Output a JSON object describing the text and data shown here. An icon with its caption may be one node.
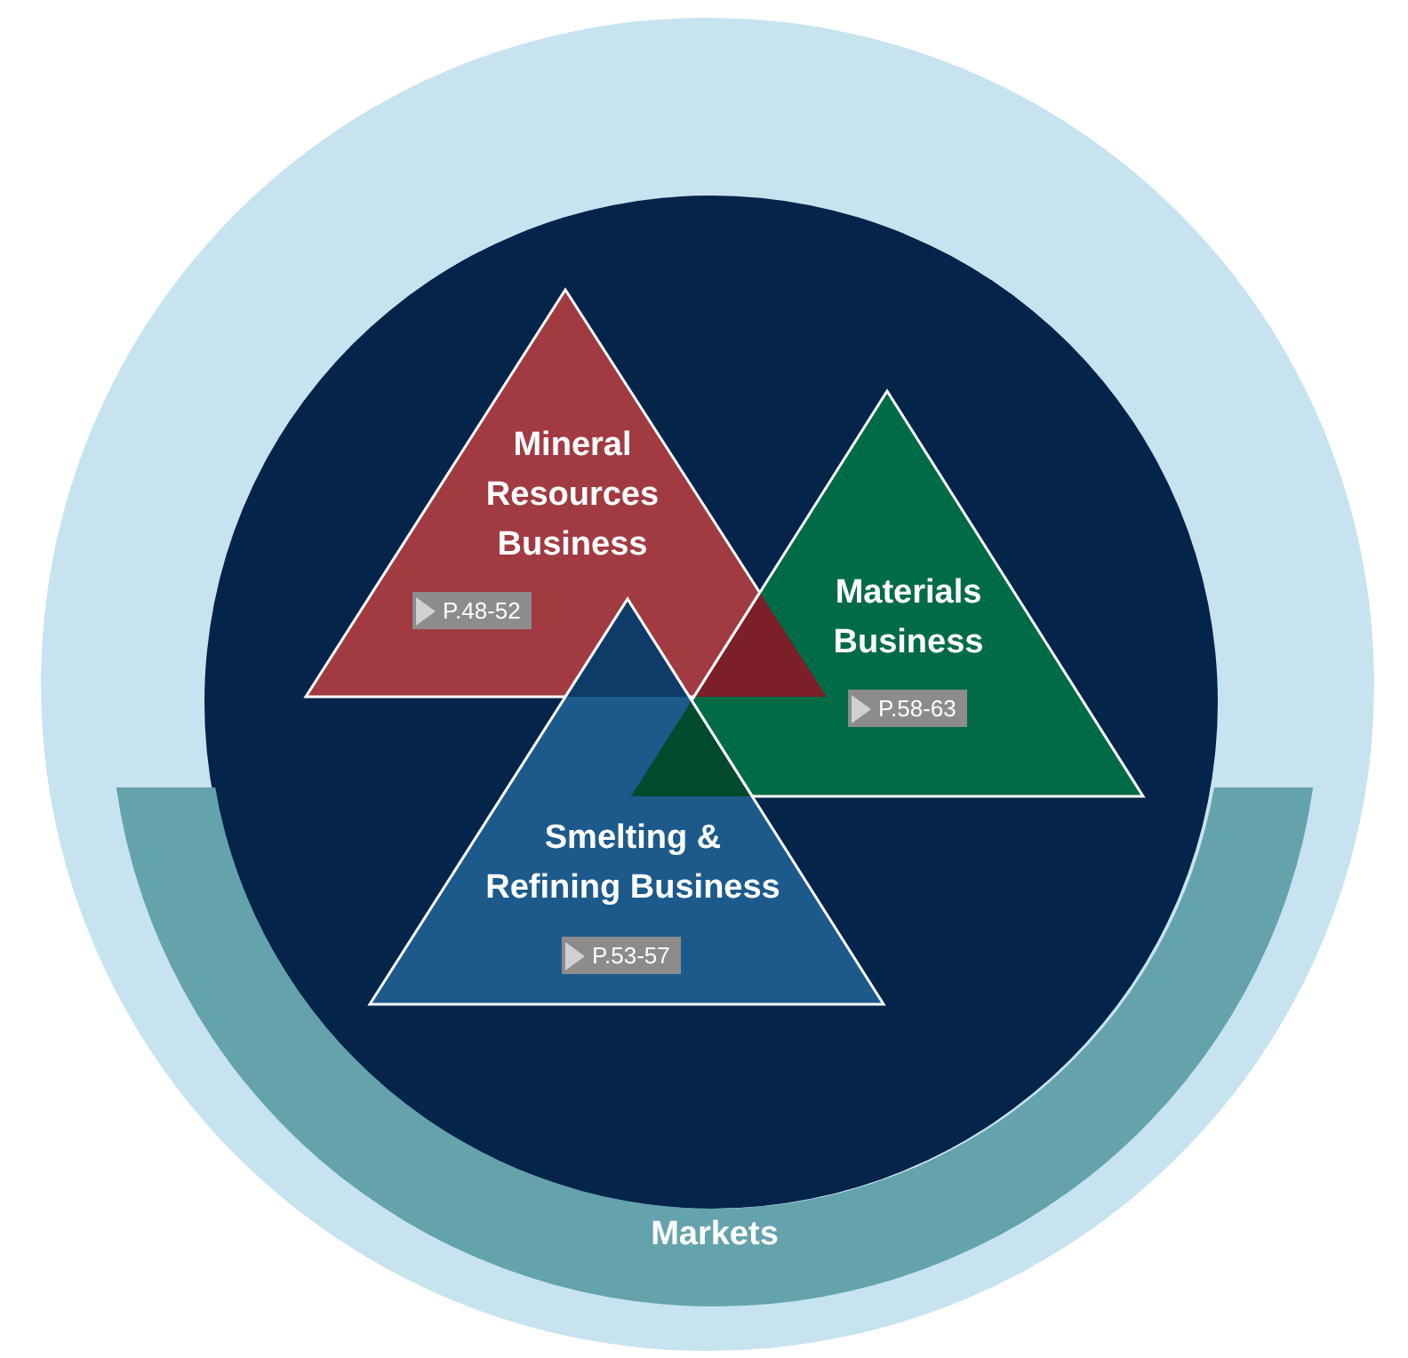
{
  "diagram": {
    "nodes": [
      {
        "text": [
          "Markets"
        ]
      },
      {
        "text": [],
        "shape": "circle"
      },
      {
        "text": [
          "Mineral Resources Business",
          "P.48-52"
        ],
        "in": 1
      },
      {
        "text": [
          "Materials Business",
          "P.58-63"
        ],
        "in": 1
      },
      {
        "text": [
          "Smelting & Refining Business",
          "P.53-57"
        ],
        "in": 1
      }
    ]
  }
}
